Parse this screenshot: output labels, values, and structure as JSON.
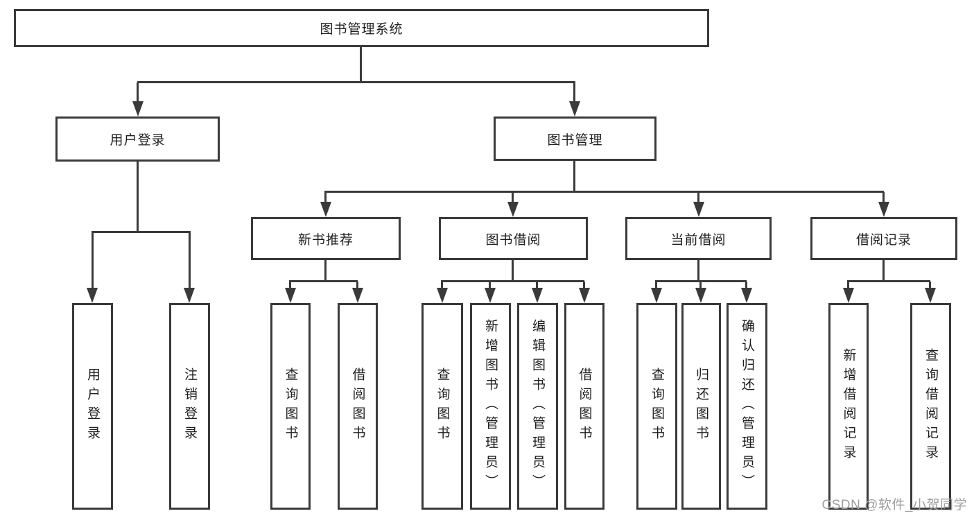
{
  "tree": {
    "root": "图书管理系统",
    "branches": [
      {
        "label": "用户登录",
        "children": [
          "用户登录",
          "注销登录"
        ]
      },
      {
        "label": "图书管理",
        "sections": [
          {
            "label": "新书推荐",
            "children": [
              "查询图书",
              "借阅图书"
            ]
          },
          {
            "label": "图书借阅",
            "children": [
              "查询图书",
              "新增图书（管理员）",
              "编辑图书（管理员）",
              "借阅图书"
            ]
          },
          {
            "label": "当前借阅",
            "children": [
              "查询图书",
              "归还图书",
              "确认归还（管理员）"
            ]
          },
          {
            "label": "借阅记录",
            "children": [
              "新增借阅记录",
              "查询借阅记录"
            ]
          }
        ]
      }
    ]
  },
  "watermark": {
    "text": "CSDN @软件_小贺同学"
  },
  "colors": {
    "line": "#3a3a3a",
    "box_border": "#3a3a3a",
    "text": "#1e1e1e",
    "watermark": "#9e9e9e",
    "background": "#ffffff"
  }
}
